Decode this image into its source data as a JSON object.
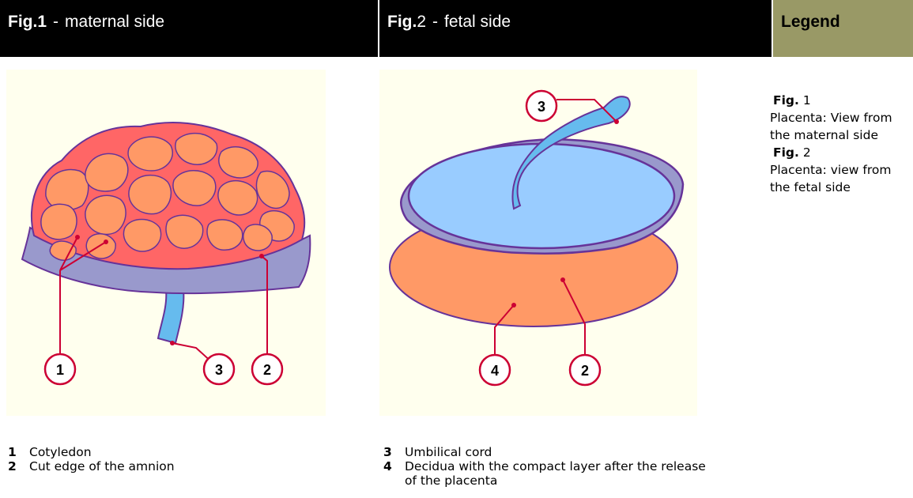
{
  "header": {
    "fig1_prefix": "Fig.1",
    "fig1_sep": "-",
    "fig1_title": "maternal side",
    "fig2_prefix": "Fig.",
    "fig2_num": "2",
    "fig2_sep": "-",
    "fig2_title": "fetal side",
    "legend_title": "Legend"
  },
  "legend": {
    "items": [
      {
        "fig_label": "Fig.",
        "fig_num": "1",
        "description": "Placenta: View from the maternal side"
      },
      {
        "fig_label": "Fig.",
        "fig_num": "2",
        "description": "Placenta: view from the fetal side"
      }
    ]
  },
  "figure1": {
    "markers": [
      "1",
      "3",
      "2"
    ]
  },
  "figure2": {
    "markers": [
      "3",
      "4",
      "2"
    ]
  },
  "keys": [
    {
      "num": "1",
      "text": "Cotyledon"
    },
    {
      "num": "2",
      "text": "Cut edge of the amnion"
    },
    {
      "num": "3",
      "text": "Umbilical cord"
    },
    {
      "num": "4",
      "text": "Decidua with the compact layer after the release of the placenta"
    }
  ],
  "colors": {
    "header_bg": "#000000",
    "legend_header_bg": "#999966",
    "panel_bg": "#ffffee",
    "cotyledon": "#ff9966",
    "cotyledon_gaps": "#ff6666",
    "amnion": "#9999cc",
    "cord": "#66bbee",
    "fetal_surface": "#99ccff",
    "decidua": "#ff9966",
    "marker": "#cc0033",
    "outline": "#663399"
  }
}
